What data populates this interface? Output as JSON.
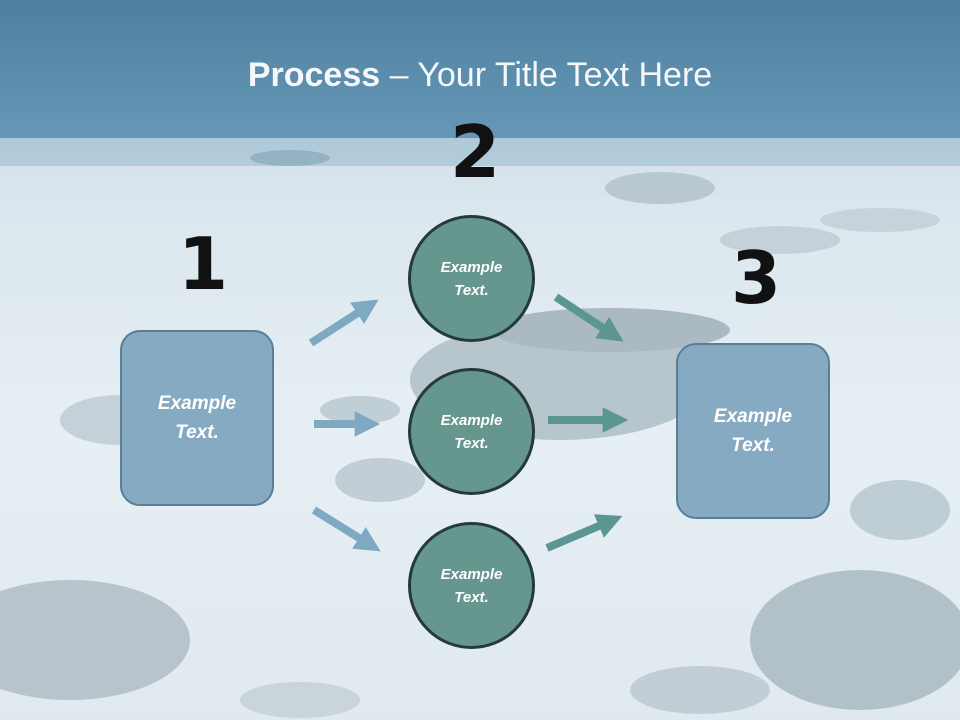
{
  "title": {
    "bold": "Process",
    "rest": " – Your Title Text Here"
  },
  "steps": {
    "one": "1",
    "two": "2",
    "three": "3"
  },
  "left_box": {
    "line1": "Example",
    "line2": "Text."
  },
  "circles": [
    {
      "line1": "Example",
      "line2": "Text."
    },
    {
      "line1": "Example",
      "line2": "Text."
    },
    {
      "line1": "Example",
      "line2": "Text."
    }
  ],
  "right_box": {
    "line1": "Example",
    "line2": "Text."
  },
  "colors": {
    "header": "#5a8cac",
    "box": "#87aac3",
    "circle": "#66978f",
    "arrow_in": "#7fa9c2",
    "arrow_out": "#5c9692"
  }
}
